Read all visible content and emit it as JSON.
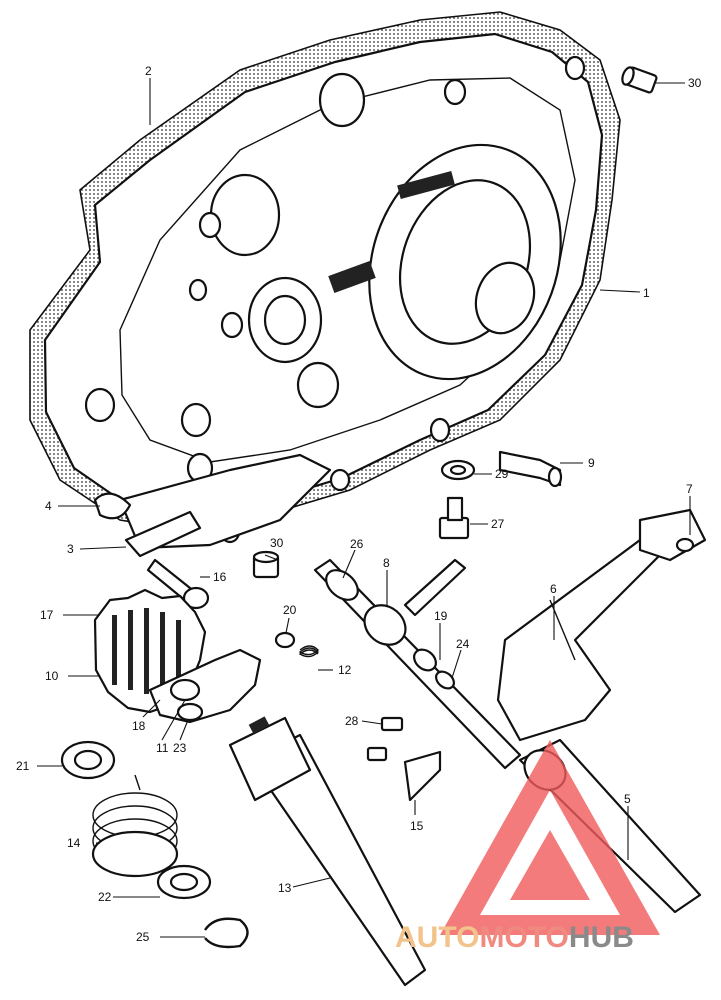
{
  "diagram": {
    "callouts": [
      {
        "id": "c1",
        "label": "1"
      },
      {
        "id": "c2",
        "label": "2"
      },
      {
        "id": "c3",
        "label": "3"
      },
      {
        "id": "c4",
        "label": "4"
      },
      {
        "id": "c5",
        "label": "5"
      },
      {
        "id": "c6",
        "label": "6"
      },
      {
        "id": "c7",
        "label": "7"
      },
      {
        "id": "c8",
        "label": "8"
      },
      {
        "id": "c9",
        "label": "9"
      },
      {
        "id": "c10",
        "label": "10"
      },
      {
        "id": "c11",
        "label": "11"
      },
      {
        "id": "c12",
        "label": "12"
      },
      {
        "id": "c13",
        "label": "13"
      },
      {
        "id": "c14",
        "label": "14"
      },
      {
        "id": "c15",
        "label": "15"
      },
      {
        "id": "c16",
        "label": "16"
      },
      {
        "id": "c17",
        "label": "17"
      },
      {
        "id": "c18",
        "label": "18"
      },
      {
        "id": "c19",
        "label": "19"
      },
      {
        "id": "c20",
        "label": "20"
      },
      {
        "id": "c21",
        "label": "21"
      },
      {
        "id": "c22",
        "label": "22"
      },
      {
        "id": "c23",
        "label": "23"
      },
      {
        "id": "c24",
        "label": "24"
      },
      {
        "id": "c25",
        "label": "25"
      },
      {
        "id": "c26",
        "label": "26"
      },
      {
        "id": "c27",
        "label": "27"
      },
      {
        "id": "c28a",
        "label": "28"
      },
      {
        "id": "c28b",
        "label": "28"
      },
      {
        "id": "c29",
        "label": "29"
      },
      {
        "id": "c30a",
        "label": "30"
      },
      {
        "id": "c30b",
        "label": "30"
      }
    ]
  },
  "watermark": {
    "part1": "AUTO",
    "part2": "MOTO",
    "part3": "HUB",
    "colors": {
      "auto": "#f2c38a",
      "moto": "#f08a80",
      "hub": "#8a8a8a",
      "triangle": "#f05a5a"
    }
  }
}
